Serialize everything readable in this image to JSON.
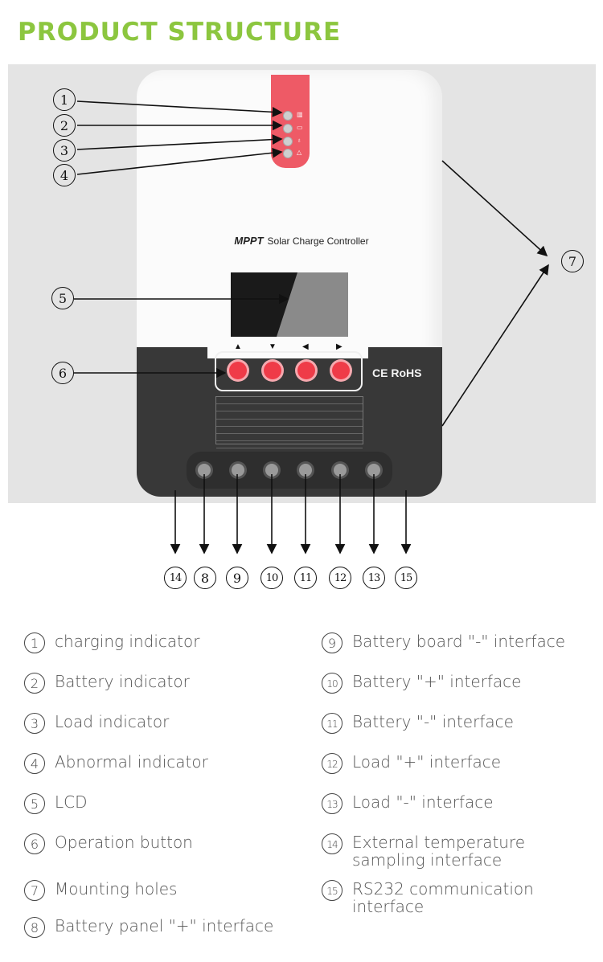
{
  "header": {
    "title": "PRODUCT STRUCTURE"
  },
  "device": {
    "brand_bold": "MPPT",
    "brand_text": "Solar Charge Controller",
    "cert": "CE RoHS"
  },
  "callouts": [
    "1",
    "2",
    "3",
    "4",
    "5",
    "6",
    "7",
    "8",
    "9",
    "10",
    "11",
    "12",
    "13",
    "14",
    "15"
  ],
  "legend": [
    {
      "num": "1",
      "label": "charging indicator"
    },
    {
      "num": "2",
      "label": "Battery indicator"
    },
    {
      "num": "3",
      "label": "Load indicator"
    },
    {
      "num": "4",
      "label": "Abnormal indicator"
    },
    {
      "num": "5",
      "label": "LCD"
    },
    {
      "num": "6",
      "label": "Operation button"
    },
    {
      "num": "7",
      "label": "Mounting holes"
    },
    {
      "num": "8",
      "label": "Battery panel \"+\" interface"
    },
    {
      "num": "9",
      "label": "Battery board \"-\" interface"
    },
    {
      "num": "10",
      "label": "Battery \"+\" interface"
    },
    {
      "num": "11",
      "label": "Battery \"-\" interface"
    },
    {
      "num": "12",
      "label": "Load \"+\" interface"
    },
    {
      "num": "13",
      "label": "Load \"-\" interface"
    },
    {
      "num": "14",
      "label": "External temperature sampling interface"
    },
    {
      "num": "15",
      "label": "RS232 communication interface"
    }
  ]
}
